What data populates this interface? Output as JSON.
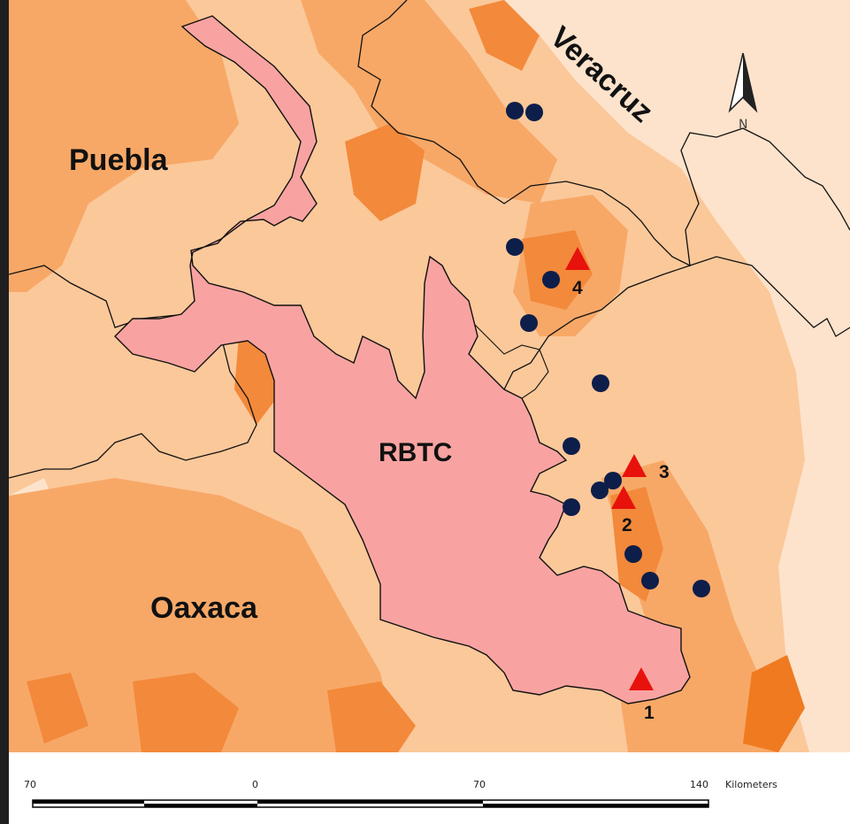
{
  "map": {
    "colors": {
      "lowland": "#fde3cc",
      "light": "#fbc89a",
      "mid": "#f7a867",
      "high": "#f3893a",
      "peak": "#f07a20",
      "reserve": "#f8a3a1",
      "border": "#111111",
      "circle_marker": "#0d1e4a",
      "triangle_marker": "#e8120c"
    },
    "region_labels": {
      "puebla": "Puebla",
      "veracruz": "Veracruz",
      "oaxaca": "Oaxaca",
      "reserve": "RBTC"
    },
    "triangle_sites": [
      {
        "id": "1",
        "label": "1"
      },
      {
        "id": "2",
        "label": "2"
      },
      {
        "id": "3",
        "label": "3"
      },
      {
        "id": "4",
        "label": "4"
      }
    ],
    "north_arrow": {
      "label": "N",
      "icon": "north-arrow-icon"
    }
  },
  "scale_bar": {
    "ticks": [
      "70",
      "0",
      "70",
      "140"
    ],
    "unit": "Kilometers"
  }
}
